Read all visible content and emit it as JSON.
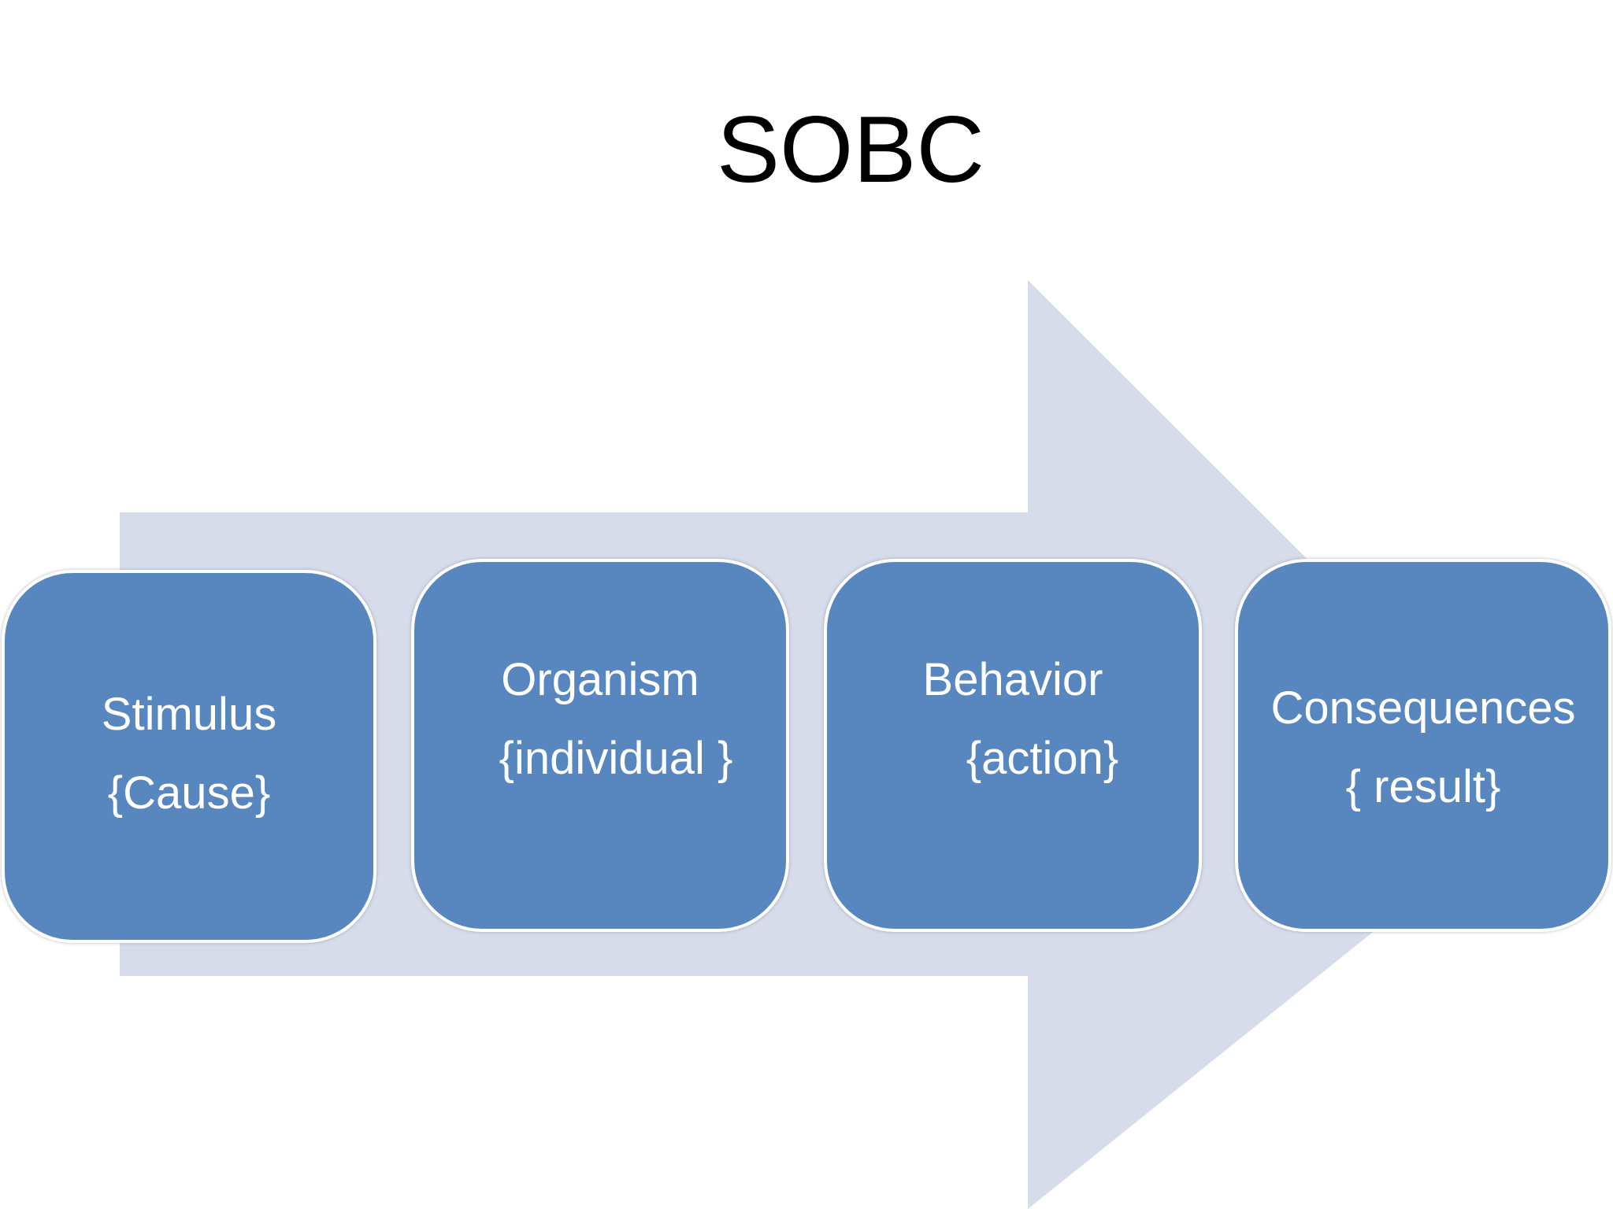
{
  "title": "SOBC",
  "colors": {
    "arrow": "#d6dcea",
    "box_fill": "#5887c0",
    "box_border": "#ffffff",
    "box_text": "#ffffff",
    "title_text": "#000000"
  },
  "steps": [
    {
      "label": "Stimulus",
      "sublabel": "{Cause}"
    },
    {
      "label": "Organism",
      "sublabel": "{individual }"
    },
    {
      "label": "Behavior",
      "sublabel": "{action}"
    },
    {
      "label": "Consequences",
      "sublabel": "{ result}"
    }
  ]
}
